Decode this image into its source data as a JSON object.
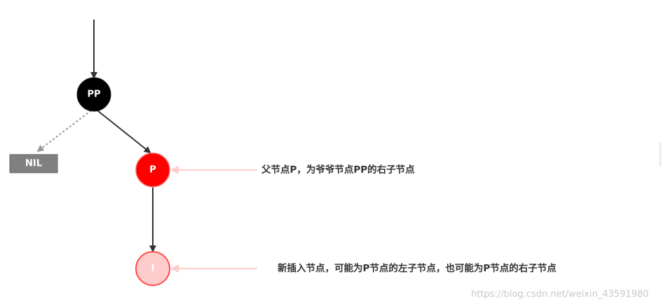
{
  "nodes": {
    "grandparent": {
      "label": "PP",
      "color": "#000000",
      "text_color": "#ffffff"
    },
    "nil": {
      "label": "NIL",
      "color": "#808080",
      "text_color": "#ffffff"
    },
    "parent": {
      "label": "P",
      "color": "#ff0000",
      "text_color": "#ffffff"
    },
    "inserted": {
      "label": "I",
      "color": "#ffc9c9",
      "text_color": "#ffffff"
    }
  },
  "annotations": {
    "parent_note": "父节点P，为爷爷节点PP的右子节点",
    "inserted_note": "新插入节点，可能为P节点的左子节点，也可能为P节点的右子节点"
  },
  "watermark": "https://blog.csdn.net/weixin_43591980",
  "colors": {
    "edge": "#333333",
    "dashed_edge": "#999999",
    "pointer_arrow": "#ffcccc"
  }
}
